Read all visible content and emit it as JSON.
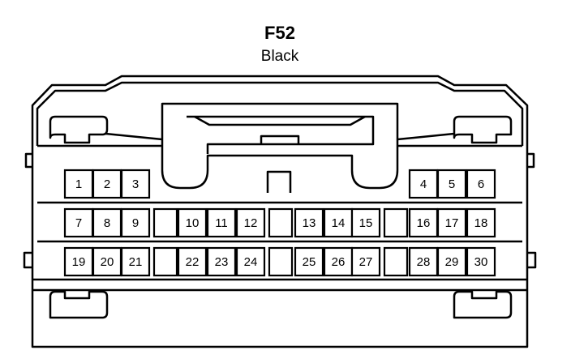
{
  "connector": {
    "name": "F52",
    "color": "Black"
  },
  "pins": {
    "row1": [
      "1",
      "2",
      "3",
      "",
      "",
      "",
      "",
      "",
      "",
      "",
      "4",
      "5",
      "6"
    ],
    "row2": [
      "7",
      "8",
      "9",
      "",
      "10",
      "11",
      "12",
      "",
      "13",
      "14",
      "15",
      "",
      "16",
      "17",
      "18"
    ],
    "row3": [
      "19",
      "20",
      "21",
      "",
      "22",
      "23",
      "24",
      "",
      "25",
      "26",
      "27",
      "",
      "28",
      "29",
      "30"
    ]
  }
}
